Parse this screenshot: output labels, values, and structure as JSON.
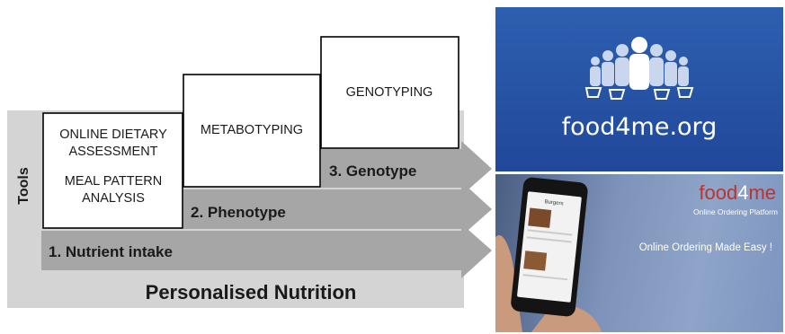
{
  "diagram": {
    "side_label": "Tools",
    "bottom_title": "Personalised Nutrition",
    "steps": [
      {
        "label": "1. Nutrient intake"
      },
      {
        "label": "2. Phenotype"
      },
      {
        "label": "3. Genotype"
      }
    ],
    "boxes": [
      {
        "lines": [
          "ONLINE DIETARY",
          "ASSESSMENT",
          "MEAL PATTERN",
          "ANALYSIS"
        ]
      },
      {
        "lines": [
          "METABOTYPING"
        ]
      },
      {
        "lines": [
          "GENOTYPING"
        ]
      }
    ],
    "colors": {
      "bg_panel": "#d4d4d4",
      "arrow": "#a6a6a6",
      "box_border": "#000000"
    }
  },
  "banner_top": {
    "site": "food4me.org",
    "bg_color": "#2656a5"
  },
  "banner_bottom": {
    "brand_part1": "food",
    "brand_part2": "4",
    "brand_part3": "me",
    "subtitle": "Online Ordering Platform",
    "tagline": "Online Ordering Made Easy !",
    "phone_header": "Burgers"
  }
}
